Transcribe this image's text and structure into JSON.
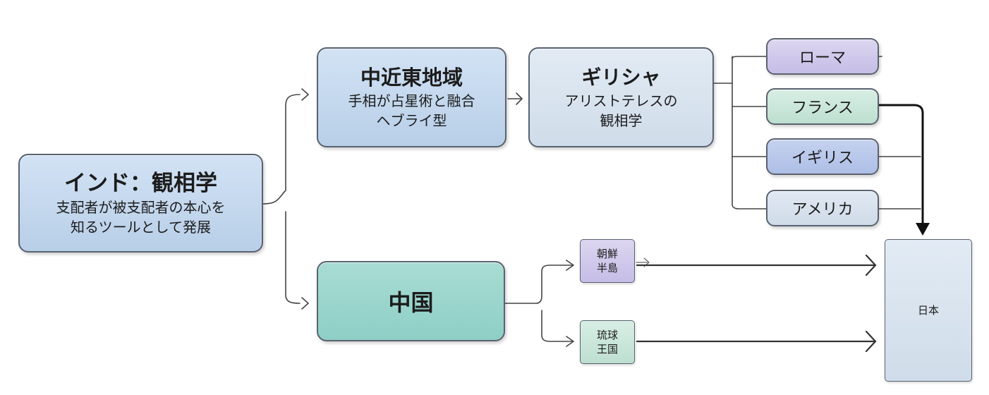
{
  "india": {
    "title": "インド：観相学",
    "line1": "支配者が被支配者の本心を",
    "line2": "知るツールとして発展"
  },
  "middle_east": {
    "title": "中近東地域",
    "line1": "手相が占星術と融合",
    "line2": "ヘブライ型"
  },
  "greece": {
    "title": "ギリシャ",
    "line1": "アリストテレスの",
    "line2": "観相学"
  },
  "rome": "ローマ",
  "france": "フランス",
  "england": "イギリス",
  "america": "アメリカ",
  "china": "中国",
  "korea": {
    "line1": "朝鮮",
    "line2": "半島"
  },
  "ryukyu": {
    "line1": "琉球",
    "line2": "王国"
  },
  "japan": "日本"
}
